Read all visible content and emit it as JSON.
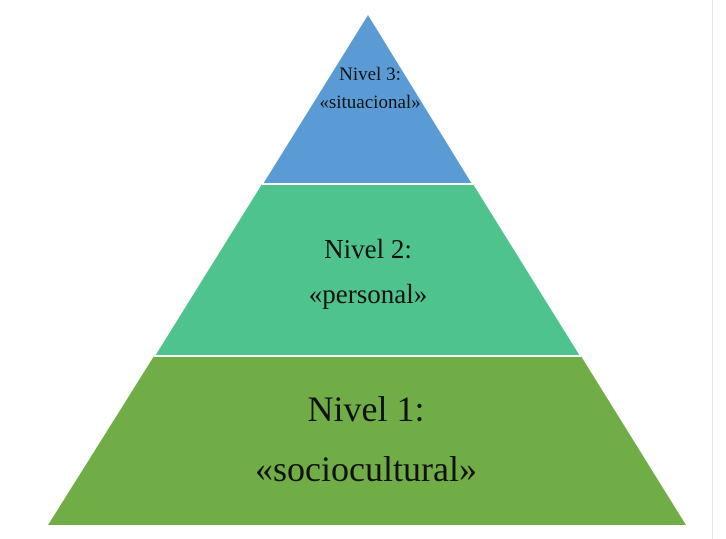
{
  "diagram": {
    "type": "pyramid",
    "levels": [
      {
        "id": "level-3",
        "line1": "Nivel 3:",
        "line2": "«situacional»",
        "color": "#5b9bd5"
      },
      {
        "id": "level-2",
        "line1": "Nivel 2:",
        "line2": "«personal»",
        "color": "#4fc38e"
      },
      {
        "id": "level-1",
        "line1": "Nivel 1:",
        "line2": "«sociocultural»",
        "color": "#70ad47"
      }
    ],
    "divider_color": "#ffffff"
  }
}
